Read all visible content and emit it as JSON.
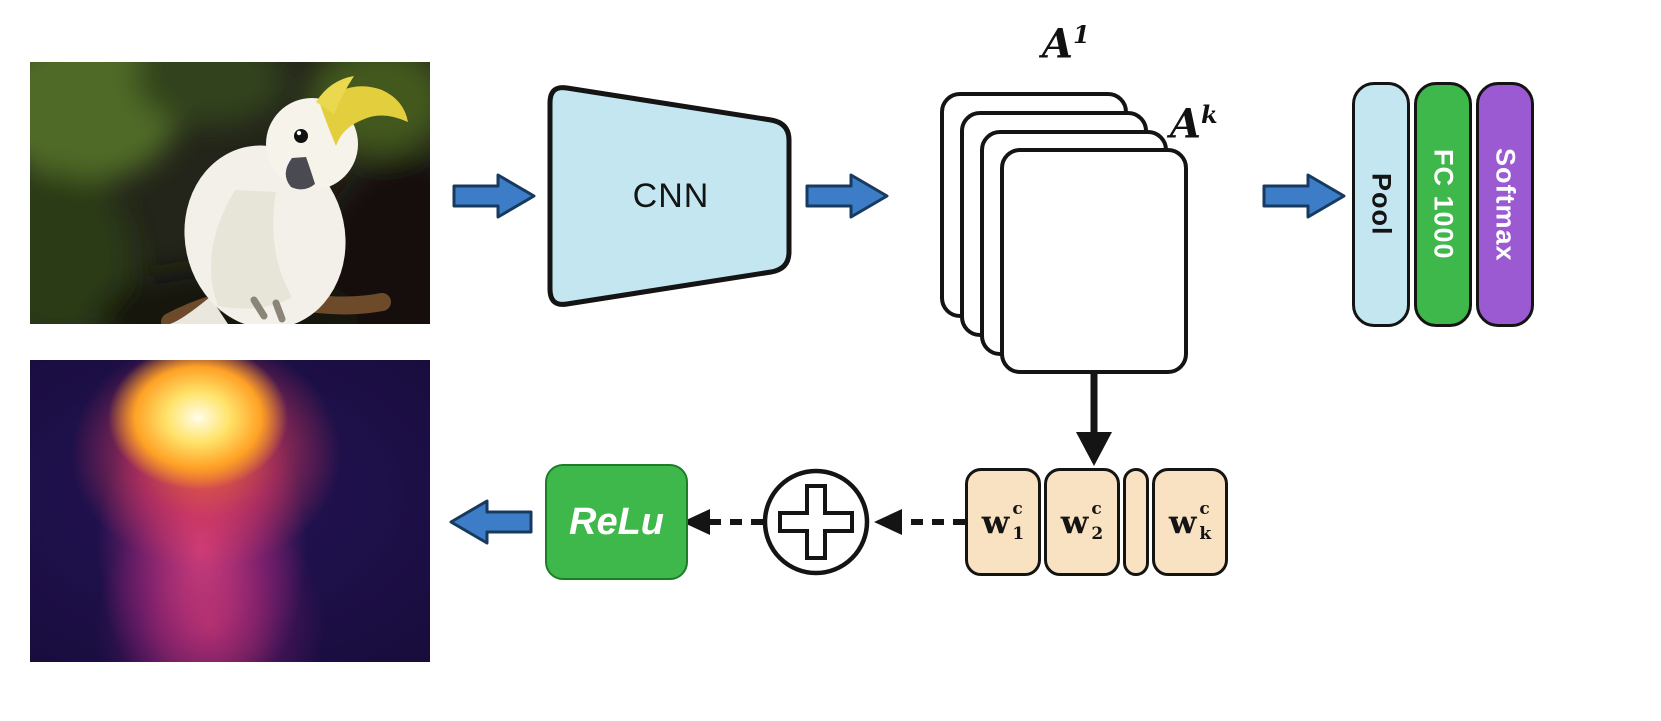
{
  "colors": {
    "arrow_blue": "#3d7dc8",
    "arrow_outline": "#173a5e",
    "line_dark": "#141414",
    "cnn_fill": "#c3e6f1",
    "pool_fill": "#c3e6f1",
    "fc_fill": "#3eb84a",
    "softmax_fill": "#9c5ad2",
    "relu_fill": "#3eb84a",
    "weight_fill": "#f8e2c2",
    "card_fill": "#ffffff"
  },
  "cnn": {
    "label": "CNN"
  },
  "feature_maps": {
    "label_1": {
      "base": "A",
      "sup": "1"
    },
    "label_k": {
      "base": "A",
      "sup": "k"
    }
  },
  "classifier": {
    "pool_label": "Pool",
    "fc_label": "FC 1000",
    "softmax_label": "Softmax"
  },
  "weights": {
    "w1": {
      "base": "w",
      "sub": "1",
      "sup": "c"
    },
    "w2": {
      "base": "w",
      "sub": "2",
      "sup": "c"
    },
    "wk": {
      "base": "w",
      "sub": "k",
      "sup": "c"
    }
  },
  "icons": {
    "sum_symbol": "+"
  },
  "relu": {
    "label": "ReLu"
  }
}
